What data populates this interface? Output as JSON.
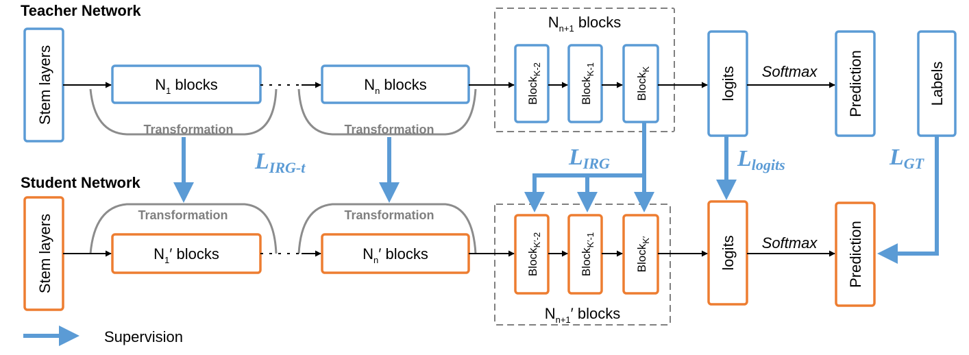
{
  "teacher": {
    "title": "Teacher Network",
    "stem": "Stem layers",
    "n1_main": "N",
    "n1_sub": "1",
    "n1_tail": " blocks",
    "nn_main": "N",
    "nn_sub": "n",
    "nn_tail": " blocks",
    "group_main": "N",
    "group_sub": "n+1",
    "group_tail": " blocks",
    "block_main": "Block",
    "block1_sub": "K-2",
    "block2_sub": "K-1",
    "block3_sub": "K",
    "logits": "logits",
    "softmax": "Softmax",
    "prediction": "Prediction",
    "labels": "Labels",
    "transformation1": "Transformation",
    "transformation2": "Transformation"
  },
  "student": {
    "title": "Student Network",
    "stem": "Stem layers",
    "n1_main": "N",
    "n1_sub": "1",
    "n1_tail": "′ blocks",
    "nn_main": "N",
    "nn_sub": "n",
    "nn_tail": "′ blocks",
    "group_main": "N",
    "group_sub": "n+1",
    "group_tail": "′ blocks",
    "block_main": "Block",
    "block1_sub": "K′-2",
    "block2_sub": "K′-1",
    "block3_sub": "K′",
    "logits": "logits",
    "softmax": "Softmax",
    "prediction": "Prediction",
    "transformation1": "Transformation",
    "transformation2": "Transformation"
  },
  "losses": {
    "irg_t_main": "L",
    "irg_t_sub": "IRG-t",
    "irg_main": "L",
    "irg_sub": "IRG",
    "logits_main": "L",
    "logits_sub": "logits",
    "gt_main": "L",
    "gt_sub": "GT"
  },
  "legend": {
    "supervision": "Supervision"
  },
  "colors": {
    "teacher": "#5b9bd5",
    "student": "#ed7d31",
    "supervision": "#5b9bd5",
    "group_border": "#7f7f7f"
  }
}
